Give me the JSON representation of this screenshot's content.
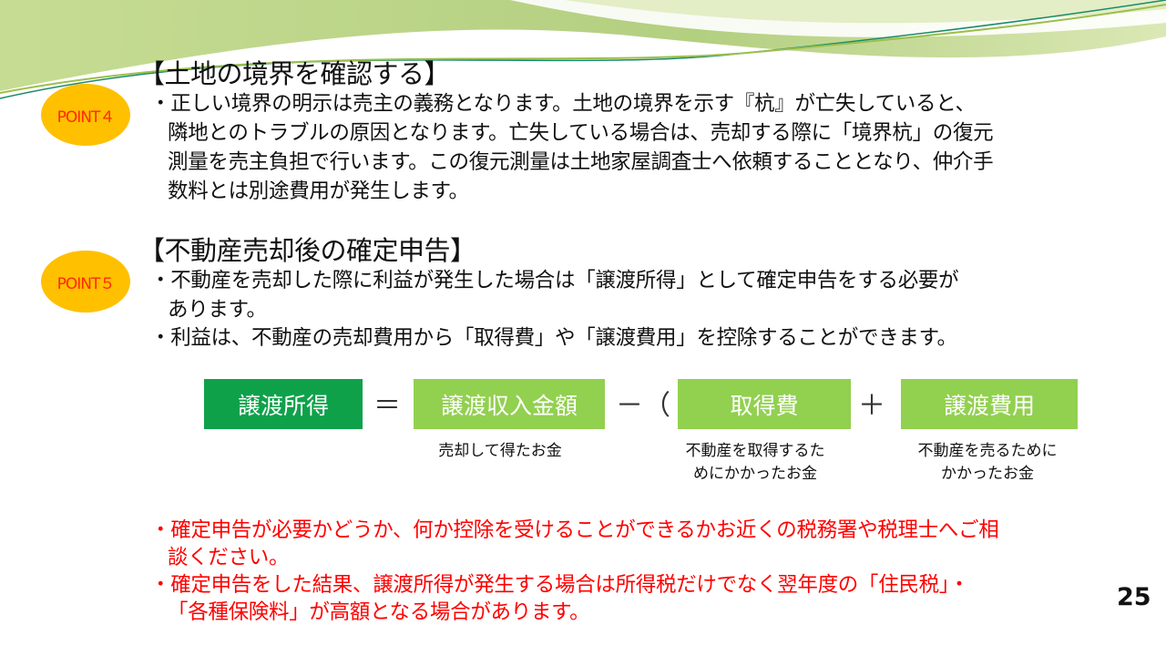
{
  "section1": {
    "title": "【土地の境界を確認する】",
    "badge": "POINT４",
    "lines": [
      "・正しい境界の明示は売主の義務となります。土地の境界を示す『杭』が亡失していると、",
      "隣地とのトラブルの原因となります。亡失している場合は、売却する際に「境界杭」の復元",
      "測量を売主負担で行います。この復元測量は土地家屋調査士へ依頼することとなり、仲介手",
      "数料とは別途費用が発生します。"
    ]
  },
  "section2": {
    "title": "【不動産売却後の確定申告】",
    "badge": "POINT５",
    "lines": [
      "・不動産を売却した際に利益が発生した場合は「譲渡所得」として確定申告をする必要が",
      "あります。",
      "・利益は、不動産の売却費用から「取得費」や「譲渡費用」を控除することができます。"
    ]
  },
  "formula": {
    "result": "譲渡所得",
    "equals": "＝",
    "income": "譲渡収入金額",
    "minus": "－（",
    "acquisition": "取得費",
    "plus": "＋",
    "transfer": "譲渡費用",
    "income_note": "売却して得たお金",
    "acquisition_note": [
      "不動産を取得するた",
      "めにかかったお金"
    ],
    "transfer_note": [
      "不動産を売るために",
      "かかったお金"
    ]
  },
  "notes": [
    "・確定申告が必要かどうか、何か控除を受けることができるかお近くの税務署や税理士へご相",
    "談ください。",
    "・確定申告をした結果、譲渡所得が発生する場合は所得税だけでなく翌年度の「住民税」・",
    "「各種保険料」が高額となる場合があります。"
  ],
  "page_number": "25",
  "colors": {
    "dark_green": "#0fa14a",
    "light_green": "#92d050",
    "badge": "#ffc000",
    "red": "#ff0000"
  }
}
